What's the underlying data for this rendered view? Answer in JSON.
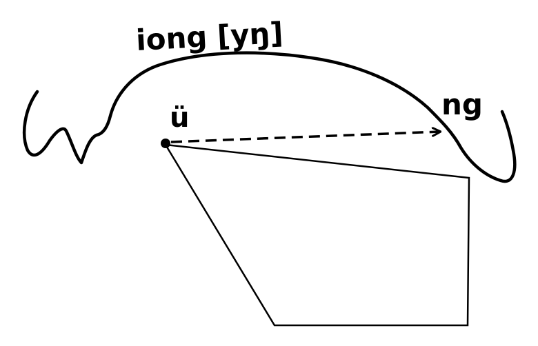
{
  "labels": {
    "tract_label": "iong [yŋ]",
    "start_label": "ü",
    "end_label": "ng"
  },
  "colors": {
    "ink": "#000000",
    "background": "#ffffff"
  }
}
